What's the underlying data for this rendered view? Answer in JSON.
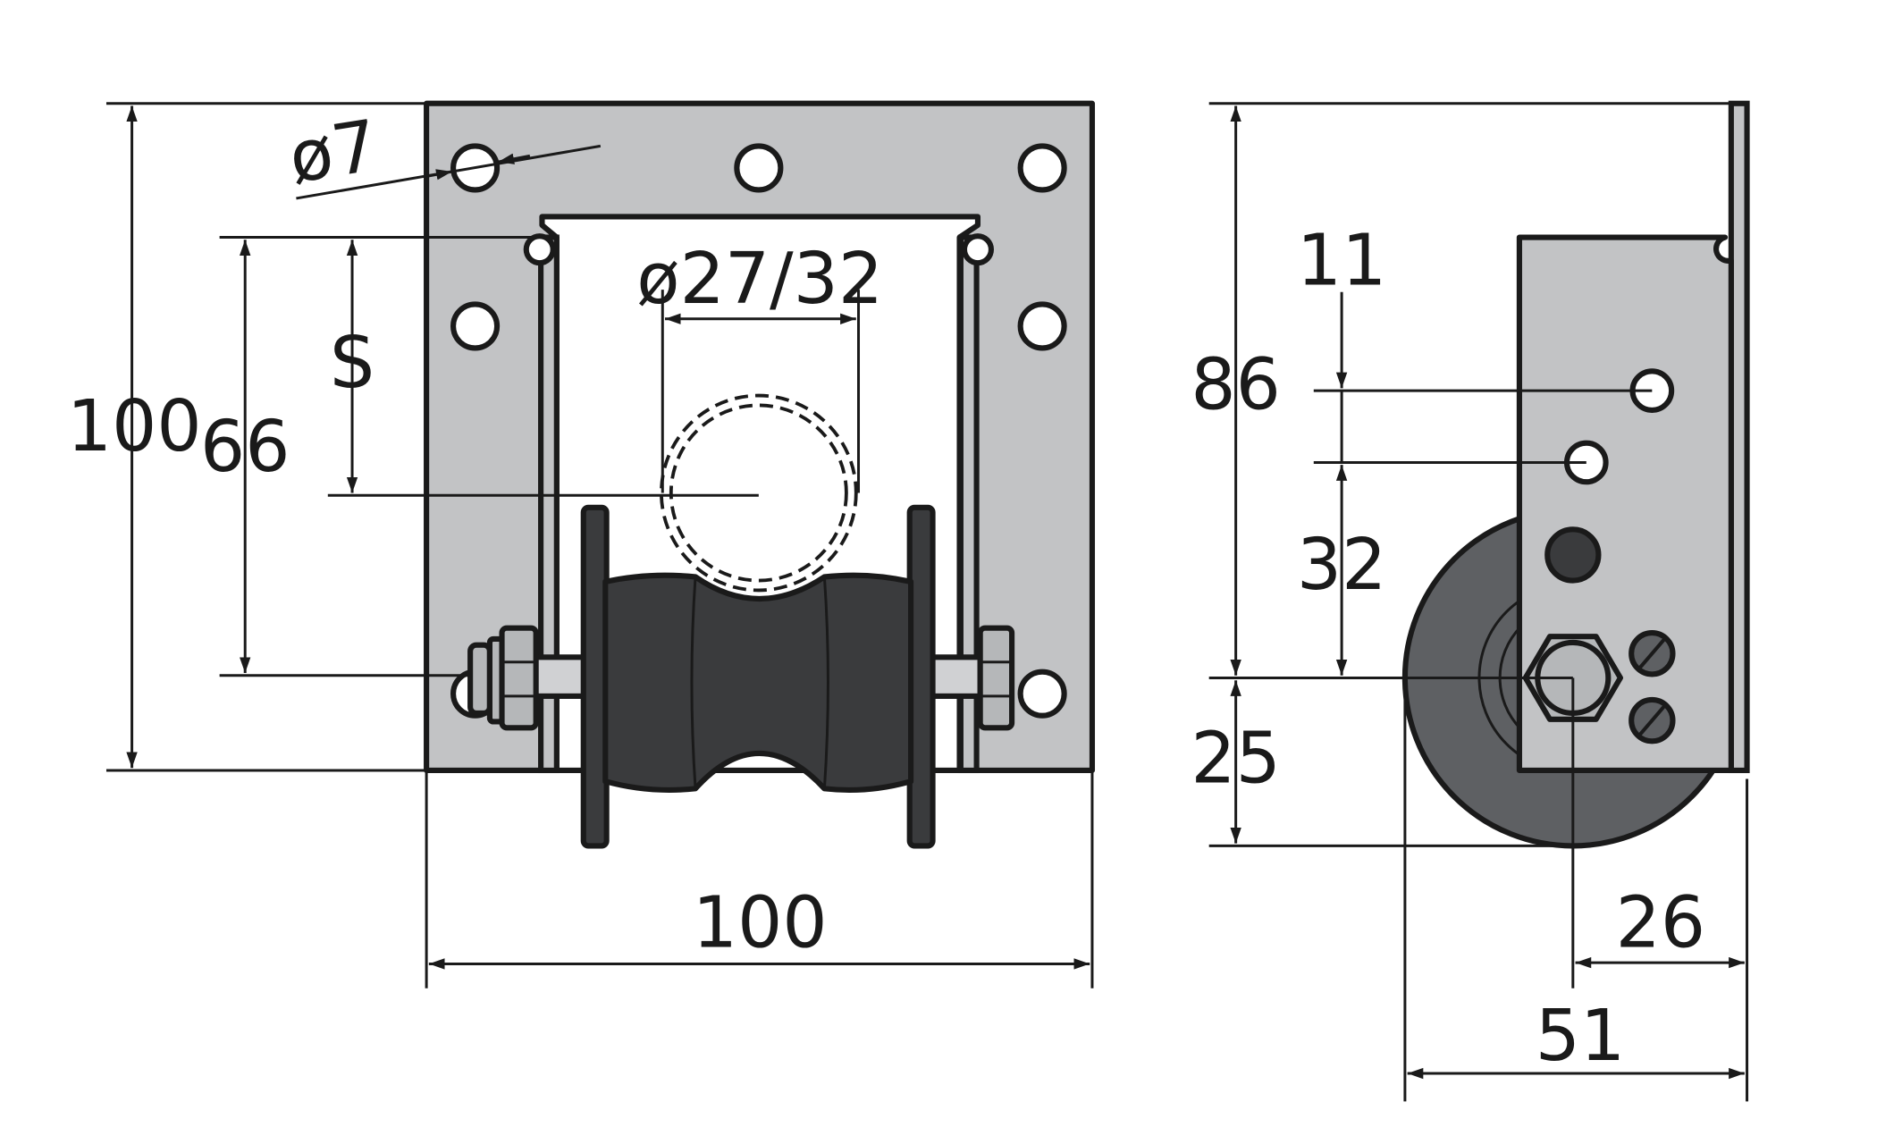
{
  "colors": {
    "plate": "#c2c3c5",
    "roller": "#3a3b3d",
    "roller_shade": "#55575a",
    "wheel": "#5e6063",
    "nut": "#b5b7b9",
    "line": "#1a1a1a"
  },
  "labels": {
    "hole_dia": "ø7",
    "pipe_dia": "ø27/32",
    "height_total": "100",
    "height_66": "66",
    "stroke_s": "S",
    "width_total": "100",
    "side_86": "86",
    "side_11": "11",
    "side_32": "32",
    "side_25": "25",
    "side_26": "26",
    "side_51": "51"
  }
}
